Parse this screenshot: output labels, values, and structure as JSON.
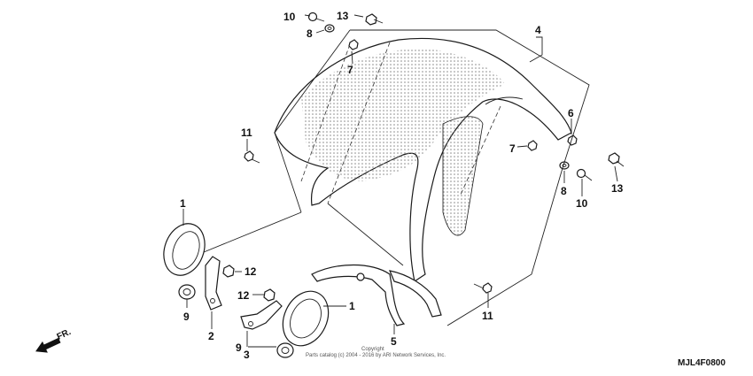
{
  "callouts": {
    "c1a": "1",
    "c1b": "1",
    "c2": "2",
    "c3": "3",
    "c4": "4",
    "c5": "5",
    "c6": "6",
    "c7a": "7",
    "c7b": "7",
    "c8a": "8",
    "c8b": "8",
    "c9a": "9",
    "c9b": "9",
    "c10a": "10",
    "c10b": "10",
    "c11a": "11",
    "c11b": "11",
    "c12a": "12",
    "c12b": "12",
    "c13a": "13",
    "c13b": "13"
  },
  "direction_label": "FR.",
  "diagram_code": "MJL4F0800",
  "copyright_line1": "Copyright",
  "copyright_line2": "Parts catalog (c) 2004 - 2016 by ARI Network Services, Inc.",
  "colors": {
    "line": "#1a1a1a",
    "background": "#ffffff",
    "dots": "#888888"
  }
}
